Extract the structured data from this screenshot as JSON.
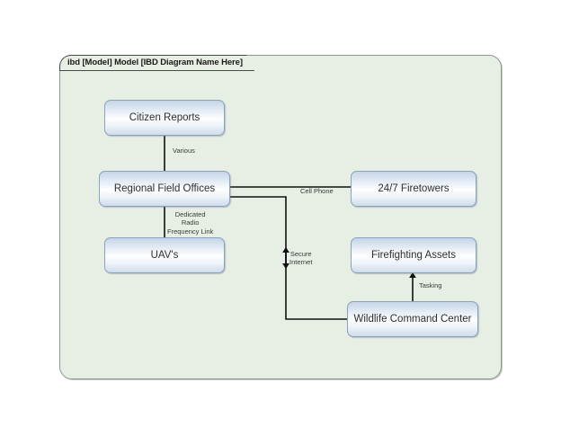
{
  "diagram": {
    "kind": "sysml-internal-block-diagram",
    "frame_header": "ibd [Model] Model [IBD Diagram Name Here]",
    "colors": {
      "frame_fill": "#e7eee3",
      "frame_border": "#8f9a8c",
      "block_border": "#8aa2bd",
      "block_fill_top": "#c5d4e6",
      "block_fill_mid": "#fdfeff",
      "block_fill_bottom": "#cfdcea",
      "connector": "#1a1a1a",
      "text": "#2e2e2e"
    },
    "blocks": [
      {
        "id": "citizen",
        "label": "Citizen Reports"
      },
      {
        "id": "regional",
        "label": "Regional Field Offices"
      },
      {
        "id": "uav",
        "label": "UAV's"
      },
      {
        "id": "firetowers",
        "label": "24/7 Firetowers"
      },
      {
        "id": "firefight",
        "label": "Firefighting Assets"
      },
      {
        "id": "wildlife",
        "label": "Wildlife Command Center"
      }
    ],
    "connectors": [
      {
        "id": "various",
        "from": "citizen",
        "to": "regional",
        "label": "Various",
        "arrow": "none"
      },
      {
        "id": "radio",
        "from": "regional",
        "to": "uav",
        "label": "Dedicated\nRadio\nFrequency Link",
        "arrow": "none"
      },
      {
        "id": "cell",
        "from": "regional",
        "to": "firetowers",
        "label": "Cell Phone",
        "arrow": "none"
      },
      {
        "id": "secure",
        "from": "regional",
        "to": "wildlife",
        "label": "Secure\nInternet",
        "arrow": "both"
      },
      {
        "id": "tasking",
        "from": "wildlife",
        "to": "firefight",
        "label": "Tasking",
        "arrow": "up"
      }
    ]
  }
}
